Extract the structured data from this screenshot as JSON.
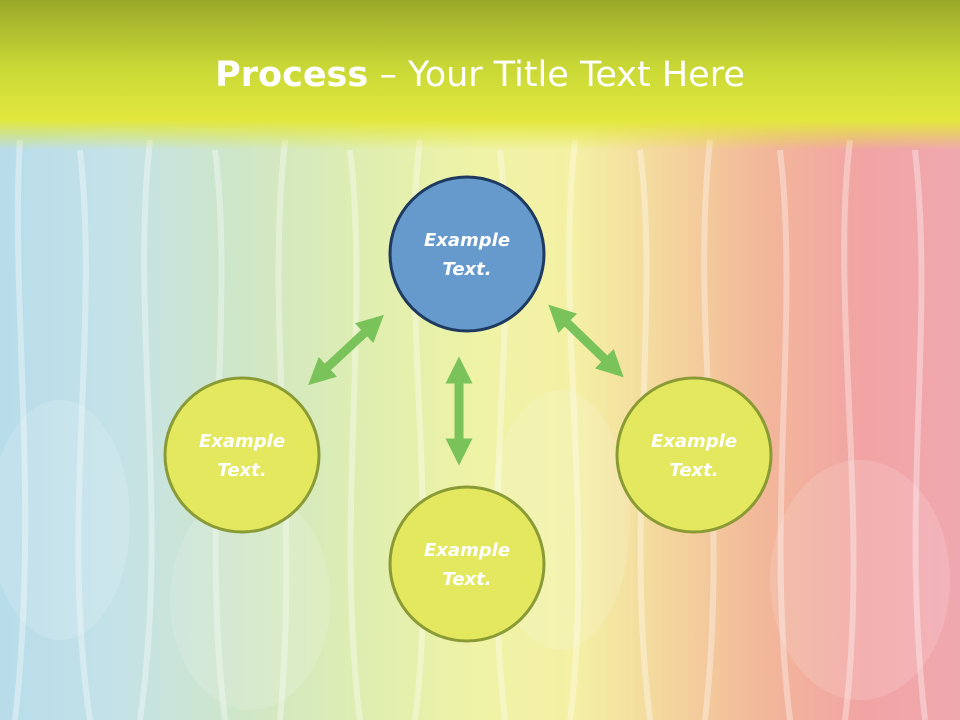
{
  "title": {
    "bold": "Process",
    "rest": " – Your Title Text Here"
  },
  "colors": {
    "top_node_fill": "#6699cc",
    "top_node_stroke": "#1f3a5f",
    "node_fill": "#e3e85f",
    "node_stroke": "#8a9a35",
    "arrow": "#7ac35a",
    "title_text": "#ffffff"
  },
  "nodes": [
    {
      "id": "top",
      "line1": "Example",
      "line2": "Text."
    },
    {
      "id": "left",
      "line1": "Example",
      "line2": "Text."
    },
    {
      "id": "right",
      "line1": "Example",
      "line2": "Text."
    },
    {
      "id": "bottom",
      "line1": "Example",
      "line2": "Text."
    }
  ]
}
